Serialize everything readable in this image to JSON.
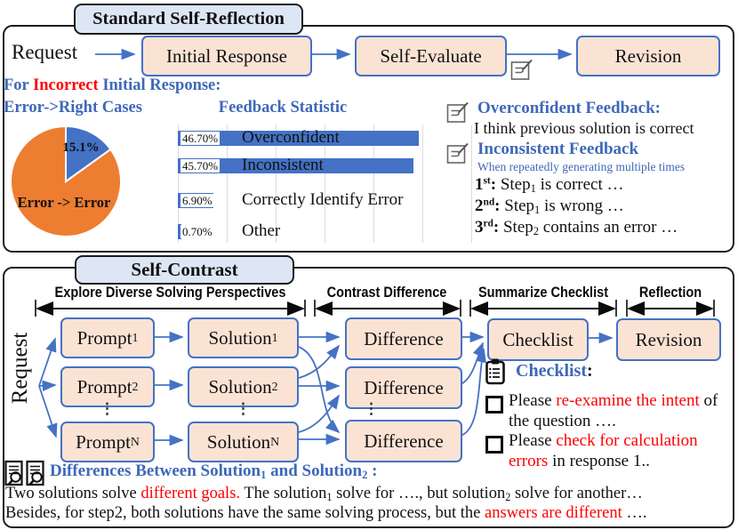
{
  "colors": {
    "accent_blue": "#3E68B8",
    "red": "#FE0000",
    "box_fill": "#FBE3D4",
    "box_border": "#4472C4",
    "title_fill": "#DDE6F5",
    "bar_blue": "#4472C4",
    "pie_orange": "#ED7D31",
    "pie_blue": "#4472C4"
  },
  "icons": {
    "memo": "memo-icon",
    "clipboard": "clipboard-checklist-icon",
    "doc_search": "documents-magnifier-icon",
    "checkbox": "empty-checkbox"
  },
  "top": {
    "title": "Standard Self-Reflection",
    "request_label": "Request",
    "flow_boxes": [
      "Initial Response",
      "Self-Evaluate",
      "Revision"
    ],
    "subtitle_parts": [
      {
        "t": "For ",
        "c": "blue"
      },
      {
        "t": "Incorrect",
        "c": "red"
      },
      {
        "t": " Initial Response:",
        "c": "blue"
      }
    ],
    "pie": {
      "title": "Error->Right Cases",
      "slice_label": "15.1%",
      "big_label": "Error -> Error"
    },
    "bars": {
      "title": "Feedback Statistic",
      "items": [
        {
          "pct": "46.70%",
          "label": "Overconfident"
        },
        {
          "pct": "45.70%",
          "label": "Inconsistent"
        },
        {
          "pct": "6.90%",
          "label": "Correctly Identify Error"
        },
        {
          "pct": "0.70%",
          "label": "Other"
        }
      ]
    },
    "feedback": {
      "overconfident_heading": "Overconfident Feedback:",
      "overconfident_text": "I think previous solution is correct",
      "inconsistent_heading": "Inconsistent Feedback",
      "inconsistent_note": "When repeatedly generating multiple times",
      "attempts": [
        [
          {
            "t": "1",
            "c": "b"
          },
          {
            "t": "st",
            "c": "b sup"
          },
          {
            "t": ": ",
            "c": "b"
          },
          {
            "t": "Step"
          },
          {
            "t": "1",
            "c": "sub"
          },
          {
            "t": " is correct …"
          }
        ],
        [
          {
            "t": "2",
            "c": "b"
          },
          {
            "t": "nd",
            "c": "b sup"
          },
          {
            "t": ": ",
            "c": "b"
          },
          {
            "t": "Step"
          },
          {
            "t": "1",
            "c": "sub"
          },
          {
            "t": " is wrong …"
          }
        ],
        [
          {
            "t": "3",
            "c": "b"
          },
          {
            "t": "rd",
            "c": "b sup"
          },
          {
            "t": ": ",
            "c": "b"
          },
          {
            "t": "Step"
          },
          {
            "t": "2",
            "c": "sub"
          },
          {
            "t": " contains an error …"
          }
        ]
      ]
    }
  },
  "bottom": {
    "title": "Self-Contrast",
    "request_label": "Request",
    "stage_headers": [
      "Explore Diverse Solving Perspectives",
      "Contrast Difference",
      "Summarize Checklist",
      "Reflection"
    ],
    "prompt_boxes": [
      [
        {
          "t": "Prompt"
        },
        {
          "t": "1",
          "c": "sub"
        }
      ],
      [
        {
          "t": "Prompt"
        },
        {
          "t": "2",
          "c": "sub"
        }
      ],
      [
        {
          "t": "Prompt"
        },
        {
          "t": "N",
          "c": "sub"
        }
      ]
    ],
    "solution_boxes": [
      [
        {
          "t": "Solution"
        },
        {
          "t": "1",
          "c": "sub"
        }
      ],
      [
        {
          "t": "Solution"
        },
        {
          "t": "2",
          "c": "sub"
        }
      ],
      [
        {
          "t": "Solution"
        },
        {
          "t": "N",
          "c": "sub"
        }
      ]
    ],
    "difference_boxes": [
      "Difference",
      "Difference",
      "Difference"
    ],
    "checklist_box": "Checklist",
    "revision_box": "Revision",
    "vdots": "⋮",
    "checklist_panel": {
      "heading_parts": [
        {
          "t": "Checklist",
          "c": "blue b"
        },
        {
          "t": ":",
          "c": "b"
        }
      ],
      "items": [
        [
          {
            "t": "Please "
          },
          {
            "t": "re-examine the intent",
            "c": "red"
          },
          {
            "t": " of the question …."
          }
        ],
        [
          {
            "t": "Please "
          },
          {
            "t": "check for calculation errors",
            "c": "red"
          },
          {
            "t": " in response 1.."
          }
        ]
      ]
    },
    "differences_heading_parts": [
      {
        "t": "Differences Between Solution",
        "c": "blue b"
      },
      {
        "t": "1",
        "c": "blue b sub"
      },
      {
        "t": " and Solution",
        "c": "blue b"
      },
      {
        "t": "2",
        "c": "blue b sub"
      },
      {
        "t": " :",
        "c": "blue b"
      }
    ],
    "body_lines": [
      [
        {
          "t": "Two solutions solve "
        },
        {
          "t": "different goals.",
          "c": "red"
        },
        {
          "t": " The solution"
        },
        {
          "t": "1",
          "c": "sub"
        },
        {
          "t": " solve for …., but solution"
        },
        {
          "t": "2",
          "c": "sub"
        },
        {
          "t": " solve for another…"
        }
      ],
      [
        {
          "t": "Besides, for step2, both solutions have the same solving process, but the "
        },
        {
          "t": "answers are different",
          "c": "red"
        },
        {
          "t": " …."
        }
      ]
    ]
  },
  "chart_data": [
    {
      "type": "pie",
      "title": "Error->Right Cases",
      "labels": [
        "Error -> Right",
        "Error -> Error"
      ],
      "values": [
        15.1,
        84.9
      ],
      "colors": [
        "#4472C4",
        "#ED7D31"
      ],
      "annotation": "15.1%",
      "legend": "none"
    },
    {
      "type": "bar",
      "orientation": "horizontal",
      "title": "Feedback Statistic",
      "categories": [
        "Overconfident",
        "Inconsistent",
        "Correctly Identify Error",
        "Other"
      ],
      "values": [
        46.7,
        45.7,
        6.9,
        0.7
      ],
      "value_labels": [
        "46.70%",
        "45.70%",
        "6.90%",
        "0.70%"
      ],
      "xlim": [
        0,
        55
      ],
      "bar_color": "#4472C4",
      "grid": true
    }
  ]
}
